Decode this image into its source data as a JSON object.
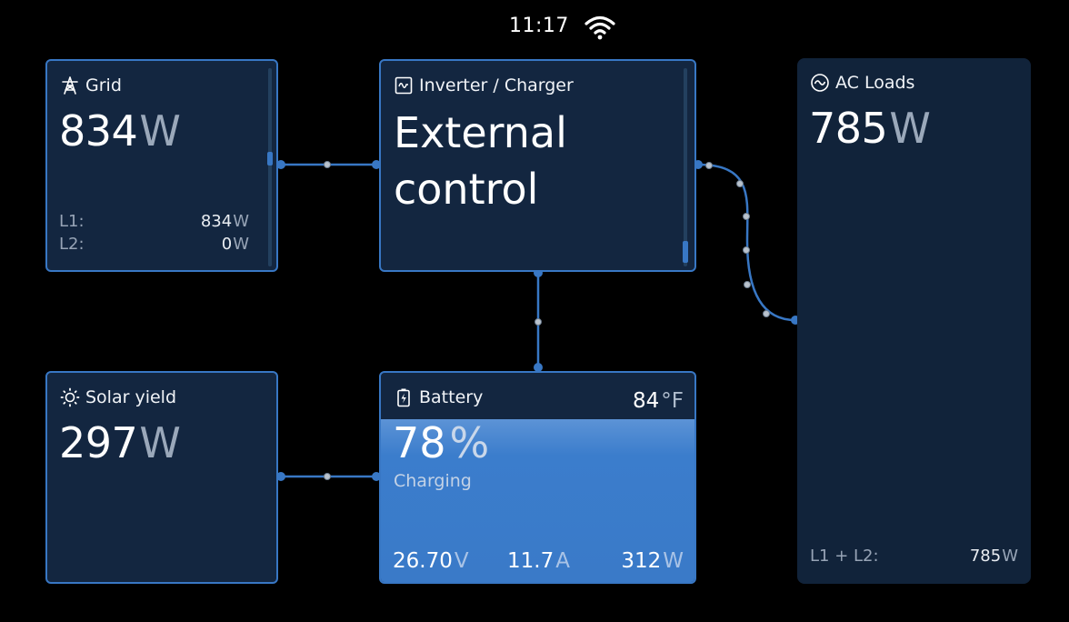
{
  "status": {
    "time": "11:17",
    "wifi_icon": "wifi-icon"
  },
  "grid": {
    "title": "Grid",
    "icon": "pylon-icon",
    "power_value": "834",
    "power_unit": "W",
    "phases": [
      {
        "label": "L1:",
        "value": "834",
        "unit": "W"
      },
      {
        "label": "L2:",
        "value": "0",
        "unit": "W"
      }
    ]
  },
  "inverter": {
    "title": "Inverter / Charger",
    "icon": "inverter-icon",
    "state_line1": "External",
    "state_line2": "control"
  },
  "ac_loads": {
    "title": "AC Loads",
    "icon": "sine-wave-icon",
    "power_value": "785",
    "power_unit": "W",
    "footer_label": "L1 + L2:",
    "footer_value": "785",
    "footer_unit": "W"
  },
  "solar": {
    "title": "Solar yield",
    "icon": "sun-icon",
    "power_value": "297",
    "power_unit": "W"
  },
  "battery": {
    "title": "Battery",
    "icon": "battery-charging-icon",
    "temperature_value": "84",
    "temperature_unit": "°F",
    "soc_value": "78",
    "soc_unit": "%",
    "soc_fraction": 0.78,
    "state": "Charging",
    "voltage_value": "26.70",
    "voltage_unit": "V",
    "current_value": "11.7",
    "current_unit": "A",
    "power_value": "312",
    "power_unit": "W"
  },
  "colors": {
    "background": "#000000",
    "widget_bg": "#132640",
    "accent": "#3877c4",
    "battery_fill": "#3b7dcc",
    "unit_text": "#9aa8ba"
  }
}
